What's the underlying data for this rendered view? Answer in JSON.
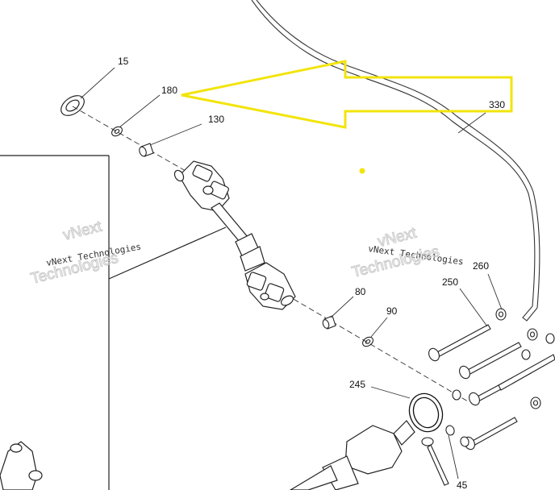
{
  "diagram": {
    "callouts": [
      {
        "id": "c15",
        "text": "15"
      },
      {
        "id": "c180",
        "text": "180"
      },
      {
        "id": "c130",
        "text": "130"
      },
      {
        "id": "c330",
        "text": "330"
      },
      {
        "id": "c260",
        "text": "260"
      },
      {
        "id": "c250",
        "text": "250"
      },
      {
        "id": "c80",
        "text": "80"
      },
      {
        "id": "c90",
        "text": "90"
      },
      {
        "id": "c245",
        "text": "245"
      },
      {
        "id": "c45",
        "text": "45"
      }
    ],
    "watermark": {
      "line1": "vNext Technologies",
      "line2": "vNext",
      "line3": "Technologies"
    },
    "colors": {
      "highlight": "#f2e40c",
      "ink": "#222222",
      "watermark": "#c8c8c8"
    },
    "highlight_arrow_target": "180"
  }
}
